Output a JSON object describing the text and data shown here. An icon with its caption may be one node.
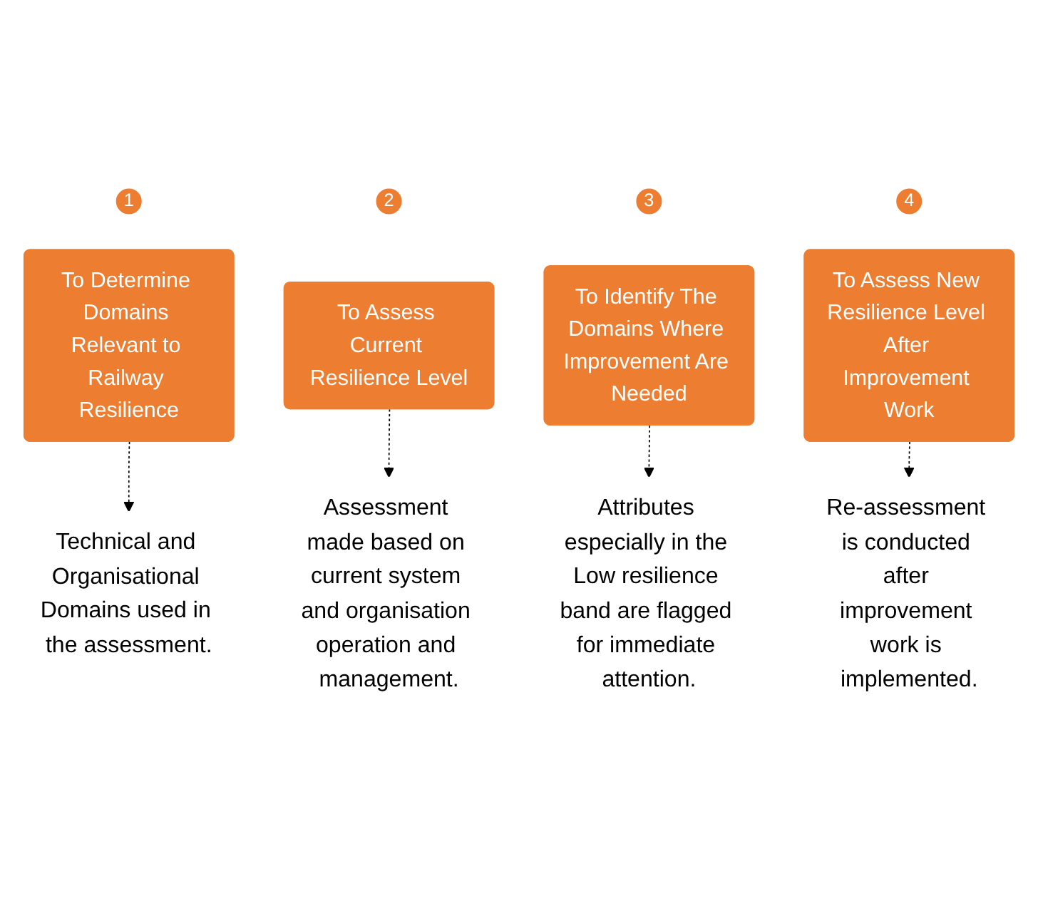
{
  "diagram": {
    "nodes": [
      {
        "text": [
          "1"
        ]
      },
      {
        "text": [
          "To Determine Domains Relevant to Railway Resilience"
        ]
      },
      {
        "text": [
          "Technical and Organisational Domains used in the assessment."
        ]
      },
      {
        "text": [
          "2"
        ]
      },
      {
        "text": [
          "To Assess Current Resilience Level"
        ]
      },
      {
        "text": [
          "Assessment made based on current system and organisation operation and management."
        ]
      },
      {
        "text": [
          "3"
        ]
      },
      {
        "text": [
          "To Identify The Domains Where Improvement Are Needed"
        ]
      },
      {
        "text": [
          "Attributes especially in the Low resilience band are flagged for immediate attention."
        ]
      },
      {
        "text": [
          "4"
        ]
      },
      {
        "text": [
          "To Assess New Resilience Level After Improvement Work"
        ]
      },
      {
        "text": [
          "Re-assessment is conducted after improvement work is implemented."
        ]
      }
    ],
    "edges": [
      {
        "from": 1,
        "to": 2,
        "arrow": "to",
        "style": "dashed"
      },
      {
        "from": 4,
        "to": 5,
        "arrow": "to",
        "style": "dashed"
      },
      {
        "from": 7,
        "to": 8,
        "arrow": "to",
        "style": "dashed"
      },
      {
        "from": 10,
        "to": 11,
        "arrow": "to",
        "style": "dashed"
      }
    ]
  }
}
